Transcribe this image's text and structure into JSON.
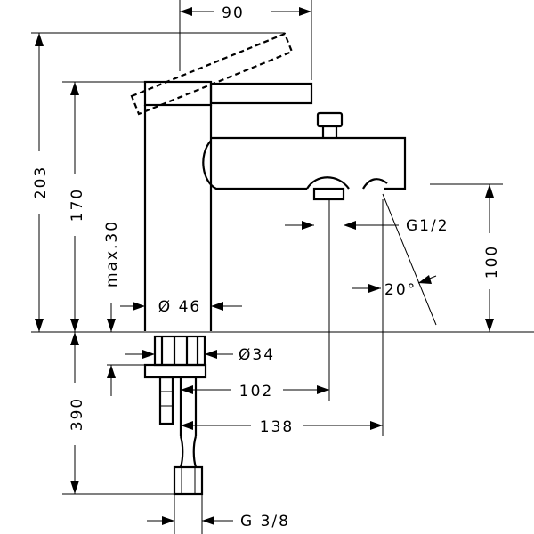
{
  "drawing": {
    "dimensions": {
      "width_90": "90",
      "height_203": "203",
      "height_170": "170",
      "max_30": "max.30",
      "dia_46": "Ø 46",
      "dia_34": "Ø34",
      "height_100": "100",
      "thread_g12": "G1/2",
      "angle_20": "20°",
      "reach_102": "102",
      "reach_138": "138",
      "length_390": "390",
      "thread_g38": "G 3/8"
    }
  }
}
